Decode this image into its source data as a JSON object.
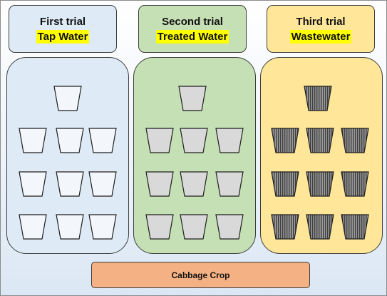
{
  "trials": [
    {
      "title": "First trial",
      "water": "Tap Water",
      "pot_fill": "#f3f7fc",
      "pot_pattern": "none",
      "panel_color": "#deebf7",
      "header_color": "#deebf7"
    },
    {
      "title": "Second trial",
      "water": "Treated Water",
      "pot_fill": "#d9d9d9",
      "pot_pattern": "none",
      "panel_color": "#c5e0b4",
      "header_color": "#c5e0b4"
    },
    {
      "title": "Third trial",
      "water": "Wastewater",
      "pot_fill": "#7f7f7f",
      "pot_pattern": "vertical-stripes",
      "panel_color": "#ffe699",
      "header_color": "#ffe699"
    }
  ],
  "pots_per_trial": 10,
  "crop": {
    "label": "Cabbage Crop",
    "color": "#f4b183"
  }
}
